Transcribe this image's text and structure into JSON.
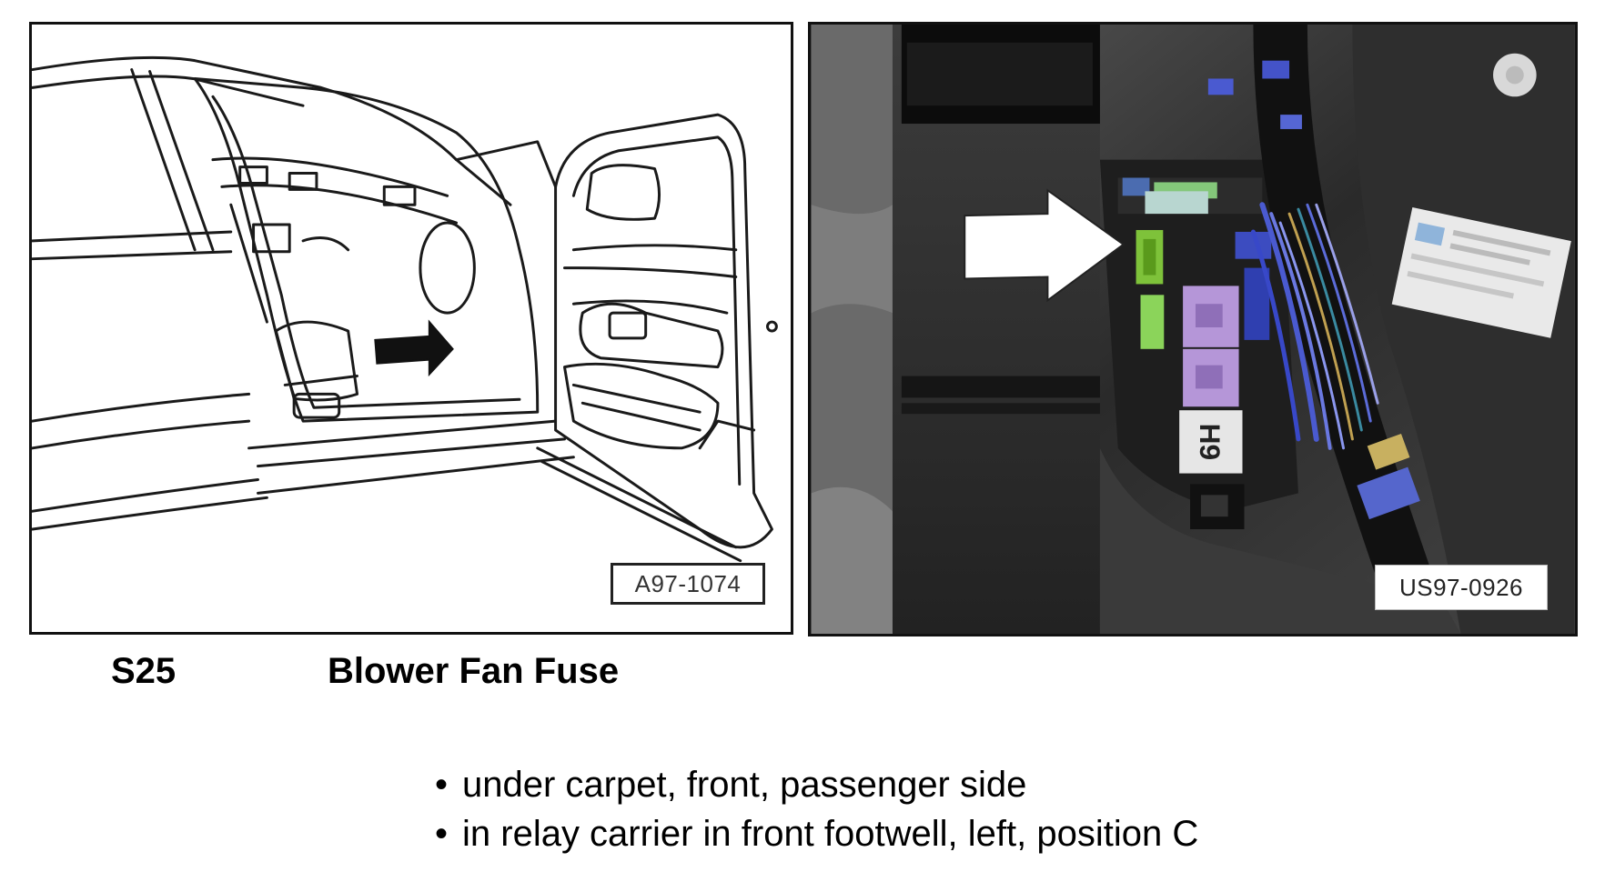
{
  "figures": {
    "left": {
      "ref": "A97-1074"
    },
    "right": {
      "ref": "US97-0926"
    }
  },
  "fuse": {
    "code": "S25",
    "name": "Blower Fan Fuse"
  },
  "locations": [
    "under carpet, front, passenger side",
    "in relay carrier in front footwell, left, position C"
  ],
  "relay_label": "H9",
  "bullet_glyph": "•",
  "icons": {
    "left_arrow": "arrow-right-icon",
    "right_arrow": "arrow-right-icon"
  }
}
